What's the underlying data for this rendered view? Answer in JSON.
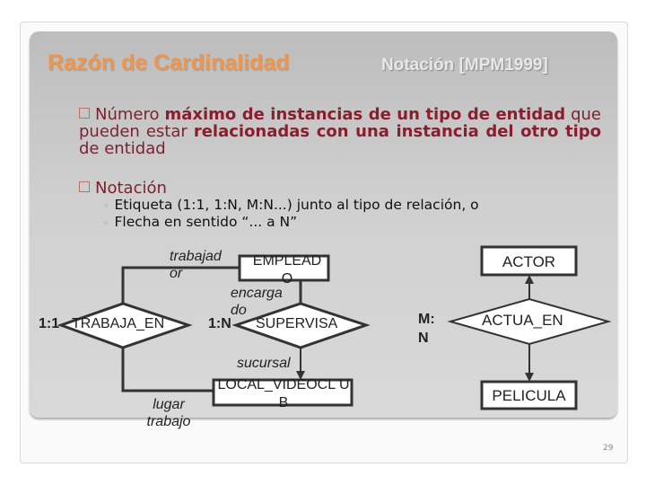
{
  "slide": {
    "title": "Razón de Cardinalidad",
    "subtitle": "Notación [MPM1999]",
    "page_number": "29",
    "bullets": [
      {
        "parts": [
          {
            "text": "Número ",
            "bold": false
          },
          {
            "text": "máximo de instancias de un tipo de entidad",
            "bold": true
          },
          {
            "text": " que pueden estar ",
            "bold": false
          },
          {
            "text": "relacionadas con una instancia del otro tipo",
            "bold": true
          },
          {
            "text": " de entidad",
            "bold": false
          }
        ]
      },
      {
        "label": "Notación",
        "subitems": [
          "Etiqueta (1:1, 1:N, M:N...) junto al tipo de relación, o",
          "Flecha en sentido “... a N”"
        ]
      }
    ]
  },
  "diagram": {
    "entities": {
      "empleado": "EMPLEAD O",
      "local": "LOCAL_VIDEOCL UB",
      "actor": "ACTOR",
      "pelicula": "PELICULA"
    },
    "relationships": {
      "trabaja_en": "TRABAJA_EN",
      "supervisa": "SUPERVISA",
      "actua_en": "ACTUA_EN"
    },
    "cardinalities": {
      "trabaja_en": "1:1",
      "supervisa": "1:N",
      "actua_en": "M: N"
    },
    "roles": {
      "trabajador": "trabajad or",
      "encargado": "encarga do",
      "sucursal": "sucursal",
      "lugar_trabajo": "lugar trabajo"
    },
    "line_color": "#333333"
  }
}
